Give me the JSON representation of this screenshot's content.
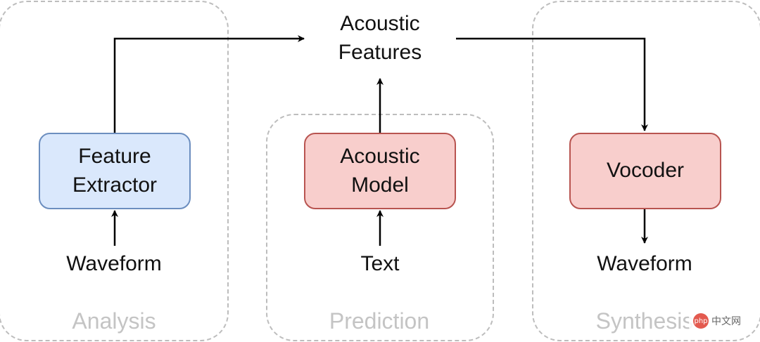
{
  "groups": {
    "analysis": {
      "label": "Analysis"
    },
    "prediction": {
      "label": "Prediction"
    },
    "synthesis": {
      "label": "Synthesis"
    }
  },
  "nodes": {
    "feature_extractor": "Feature\nExtractor",
    "acoustic_model": "Acoustic\nModel",
    "vocoder": "Vocoder"
  },
  "texts": {
    "acoustic_features": "Acoustic\nFeatures",
    "waveform_input": "Waveform",
    "text_input": "Text",
    "waveform_output": "Waveform"
  },
  "colors": {
    "feature_extractor_fill": "#dae8fc",
    "feature_extractor_stroke": "#6c8ebf",
    "model_fill": "#f8cecc",
    "model_stroke": "#b85450",
    "group_dash": "#bdbdbd",
    "group_label": "#c4c4c4"
  },
  "watermark": {
    "logo": "php",
    "text": "中文网"
  }
}
